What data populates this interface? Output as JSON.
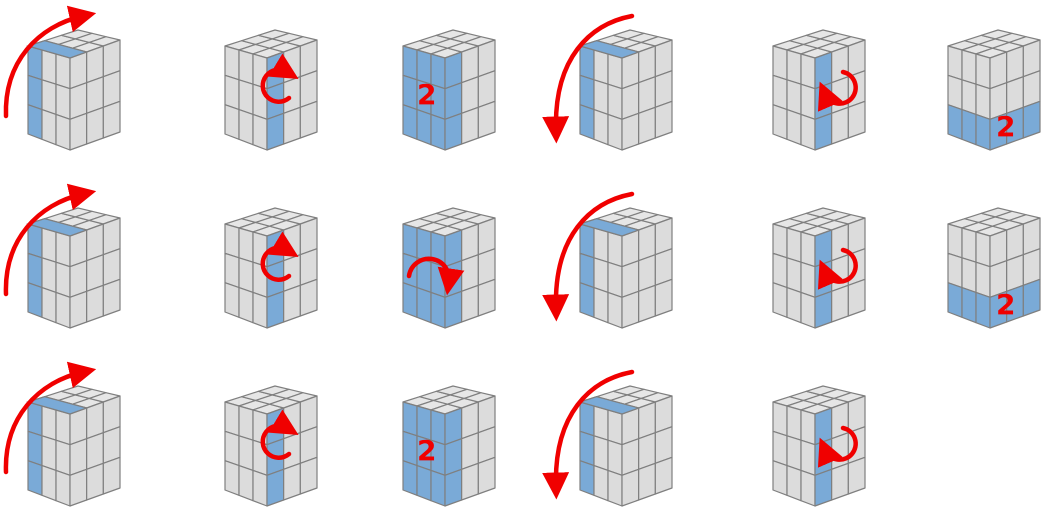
{
  "colors": {
    "sticker": "#dcdcdc",
    "sticker_top": "#e6e6e6",
    "highlight": "#7aaad7",
    "grid": "#7f7f7f",
    "arrow": "#f00000"
  },
  "moves": [
    [
      {
        "face": "left",
        "col": 0,
        "arrow": "left-up"
      },
      {
        "face": "right",
        "col": 0,
        "arrow": "cw"
      },
      {
        "face": "front",
        "col": 0,
        "arrow": "none",
        "label": "2"
      },
      {
        "face": "left",
        "col": 0,
        "arrow": "left-down"
      },
      {
        "face": "right",
        "col": 0,
        "arrow": "ccw"
      },
      {
        "face": "bottom",
        "col": 2,
        "arrow": "none",
        "label": "2"
      }
    ],
    [
      {
        "face": "left",
        "col": 0,
        "arrow": "left-up"
      },
      {
        "face": "right",
        "col": 0,
        "arrow": "cw"
      },
      {
        "face": "front",
        "col": 0,
        "arrow": "cw-down"
      },
      {
        "face": "left",
        "col": 0,
        "arrow": "left-down"
      },
      {
        "face": "right",
        "col": 0,
        "arrow": "ccw"
      },
      {
        "face": "bottom",
        "col": 2,
        "arrow": "none",
        "label": "2"
      }
    ],
    [
      {
        "face": "left",
        "col": 0,
        "arrow": "left-up"
      },
      {
        "face": "right",
        "col": 0,
        "arrow": "cw"
      },
      {
        "face": "front",
        "col": 0,
        "arrow": "none",
        "label": "2"
      },
      {
        "face": "left",
        "col": 0,
        "arrow": "left-down"
      },
      {
        "face": "right",
        "col": 0,
        "arrow": "ccw"
      }
    ]
  ]
}
